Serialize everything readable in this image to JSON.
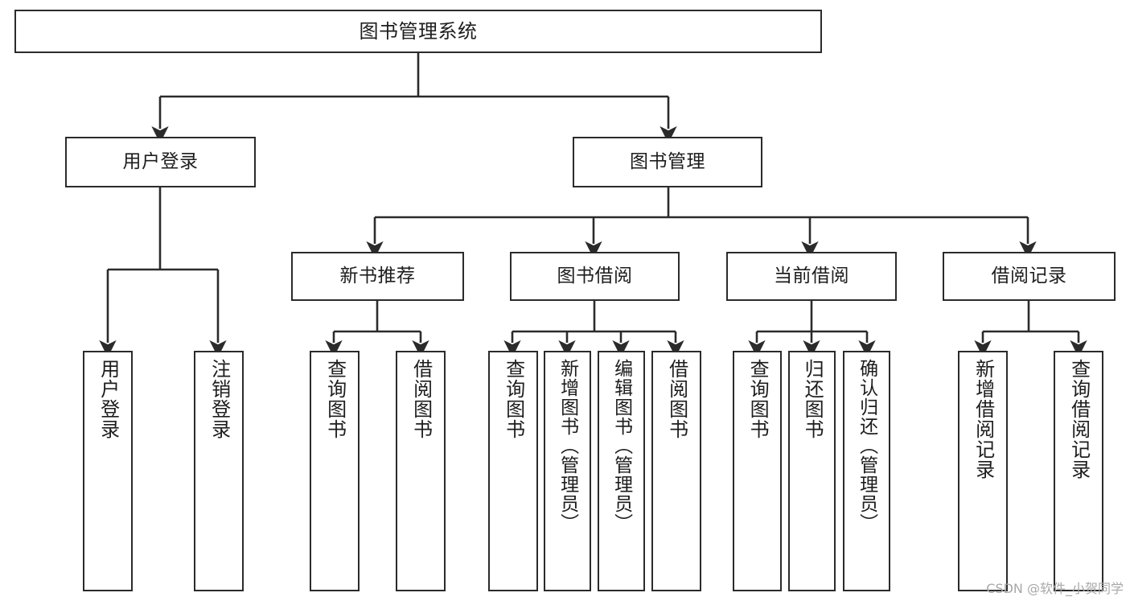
{
  "diagram": {
    "title": "图书管理系统",
    "type": "tree-hierarchy-chart",
    "watermark": "CSDN @软件_小贺同学",
    "colors": {
      "stroke": "#2b2b2b",
      "fill": "#ffffff",
      "text": "#1d1d1d",
      "watermark": "#a8a8a8"
    },
    "nodes": {
      "root": {
        "label": "图书管理系统"
      },
      "level2": [
        {
          "id": "user-login",
          "label": "用户登录"
        },
        {
          "id": "book-manage",
          "label": "图书管理"
        }
      ],
      "level3": [
        {
          "id": "new-book-recommend",
          "label": "新书推荐"
        },
        {
          "id": "book-borrow",
          "label": "图书借阅"
        },
        {
          "id": "current-borrow",
          "label": "当前借阅"
        },
        {
          "id": "borrow-record",
          "label": "借阅记录"
        }
      ],
      "leaves": {
        "user_login": [
          {
            "id": "leaf-user-login",
            "label": "用户登录"
          },
          {
            "id": "leaf-logout-login",
            "label": "注销登录"
          }
        ],
        "new_book_recommend": [
          {
            "id": "leaf-query-book-1",
            "label": "查询图书"
          },
          {
            "id": "leaf-borrow-book-1",
            "label": "借阅图书"
          }
        ],
        "book_borrow": [
          {
            "id": "leaf-query-book-2",
            "label": "查询图书"
          },
          {
            "id": "leaf-add-book-admin",
            "label": "新增图书（管理员）"
          },
          {
            "id": "leaf-edit-book-admin",
            "label": "编辑图书（管理员）"
          },
          {
            "id": "leaf-borrow-book-2",
            "label": "借阅图书"
          }
        ],
        "current_borrow": [
          {
            "id": "leaf-query-book-3",
            "label": "查询图书"
          },
          {
            "id": "leaf-return-book",
            "label": "归还图书"
          },
          {
            "id": "leaf-confirm-return-admin",
            "label": "确认归还（管理员）"
          }
        ],
        "borrow_record": [
          {
            "id": "leaf-add-borrow-record",
            "label": "新增借阅记录"
          },
          {
            "id": "leaf-query-borrow-record",
            "label": "查询借阅记录"
          }
        ]
      }
    }
  }
}
